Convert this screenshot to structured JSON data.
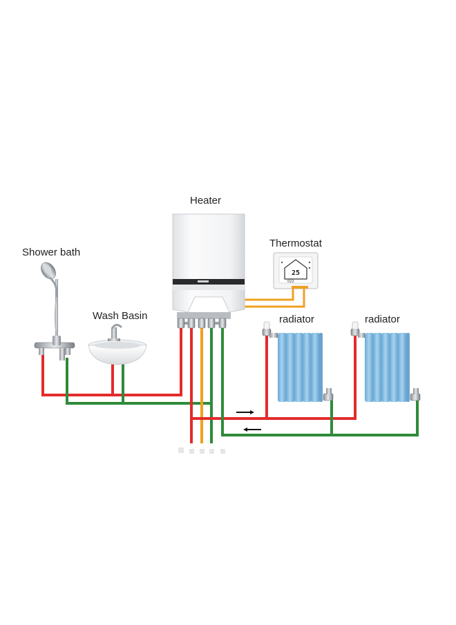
{
  "labels": {
    "heater": "Heater",
    "thermostat": "Thermostat",
    "shower": "Shower bath",
    "basin": "Wash Basin",
    "radiator_1": "radiator",
    "radiator_2": "radiator"
  },
  "thermostat_display": {
    "temperature": "25",
    "setpoint": "022"
  },
  "colors": {
    "hot_pipe": "#e32b2b",
    "return_pipe": "#2e8b3a",
    "gas_pipe": "#f0a020",
    "control_wire": "#f0a020",
    "radiator": "#8cc4e8",
    "heater_body": "#f4f5f6",
    "heater_band": "#2a2a2a"
  },
  "icons": {
    "flow_out": "arrow-right-icon",
    "flow_return": "arrow-left-icon"
  }
}
